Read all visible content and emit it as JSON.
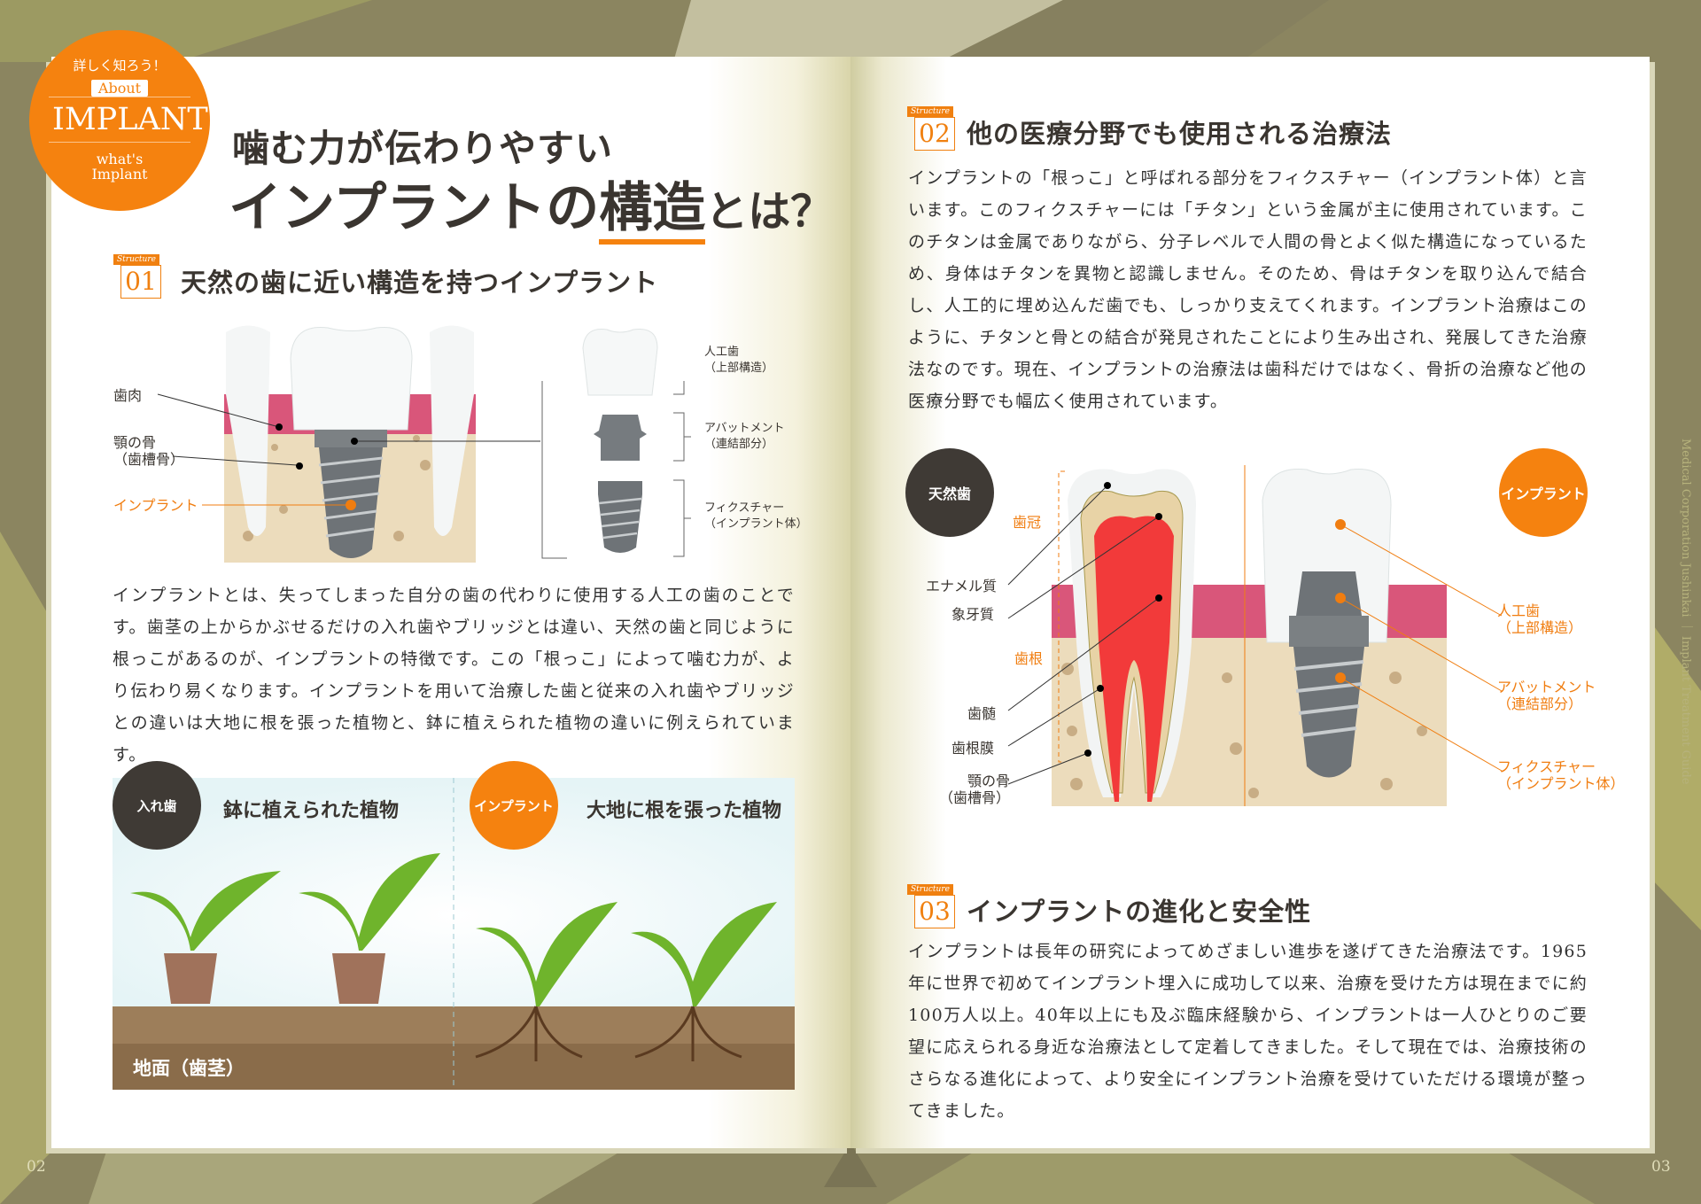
{
  "colors": {
    "accent": "#f5820f",
    "dark": "#3f3a35",
    "background": "#8b8560"
  },
  "badge_logo": {
    "kicker": "詳しく知ろう！",
    "about": "About",
    "title": "IMPLANT",
    "sub1": "what's",
    "sub2": "Implant"
  },
  "title": {
    "line1": "噛む力が伝わりやすい",
    "line2_a": "インプラントの",
    "line2_b": "構造",
    "line2_c": "とは？"
  },
  "badge_tag": "Structure",
  "section1": {
    "num": "01",
    "heading": "天然の歯に近い構造を持つインプラント",
    "labels": {
      "gum": "歯肉",
      "bone": "顎の骨",
      "bone_sub": "（歯槽骨）",
      "implant": "インプラント"
    },
    "parts": [
      {
        "name": "人工歯",
        "sub": "（上部構造）"
      },
      {
        "name": "アバットメント",
        "sub": "（連結部分）"
      },
      {
        "name": "フィクスチャー",
        "sub": "（インプラント体）"
      }
    ],
    "body": "インプラントとは、失ってしまった自分の歯の代わりに使用する人工の歯のことです。歯茎の上からかぶせるだけの入れ歯やブリッジとは違い、天然の歯と同じように根っこがあるのが、インプラントの特徴です。この「根っこ」によって噛む力が、より伝わり易くなります。インプラントを用いて治療した歯と従来の入れ歯やブリッジとの違いは大地に根を張った植物と、鉢に植えられた植物の違いに例えられています。",
    "compare": {
      "left_badge": "入れ歯",
      "left_title": "鉢に植えられた植物",
      "right_badge": "インプラント",
      "right_title": "大地に根を張った植物",
      "ground": "地面（歯茎）"
    }
  },
  "section2": {
    "num": "02",
    "heading": "他の医療分野でも使用される治療法",
    "body": "インプラントの「根っこ」と呼ばれる部分をフィクスチャー（インプラント体）と言います。このフィクスチャーには「チタン」という金属が主に使用されています。このチタンは金属でありながら、分子レベルで人間の骨とよく似た構造になっているため、身体はチタンを異物と認識しません。そのため、骨はチタンを取り込んで結合し、人工的に埋め込んだ歯でも、しっかり支えてくれます。インプラント治療はこのように、チタンと骨との結合が発見されたことにより生み出され、発展してきた治療法なのです。現在、インプラントの治療法は歯科だけではなく、骨折の治療など他の医療分野でも幅広く使用されています。",
    "natural_badge": "天然歯",
    "implant_badge": "インプラント",
    "natural_labels": {
      "crown": "歯冠",
      "root": "歯根",
      "enamel": "エナメル質",
      "dentin": "象牙質",
      "pulp": "歯髄",
      "ligament": "歯根膜",
      "bone": "顎の骨",
      "bone_sub": "（歯槽骨）"
    },
    "implant_labels": [
      {
        "name": "人工歯",
        "sub": "（上部構造）"
      },
      {
        "name": "アバットメント",
        "sub": "（連結部分）"
      },
      {
        "name": "フィクスチャー",
        "sub": "（インプラント体）"
      }
    ]
  },
  "section3": {
    "num": "03",
    "heading": "インプラントの進化と安全性",
    "body": "インプラントは長年の研究によってめざましい進歩を遂げてきた治療法です。1965年に世界で初めてインプラント埋入に成功して以来、治療を受けた方は現在までに約100万人以上。40年以上にも及ぶ臨床経験から、インプラントは一人ひとりのご要望に応えられる身近な治療法として定着してきました。そして現在では、治療技術のさらなる進化によって、より安全にインプラント治療を受けていただける環境が整ってきました。"
  },
  "side_text": "Medical Corporation Jushinkai ｜ Implant Treatment Guide",
  "page_left": "02",
  "page_right": "03"
}
